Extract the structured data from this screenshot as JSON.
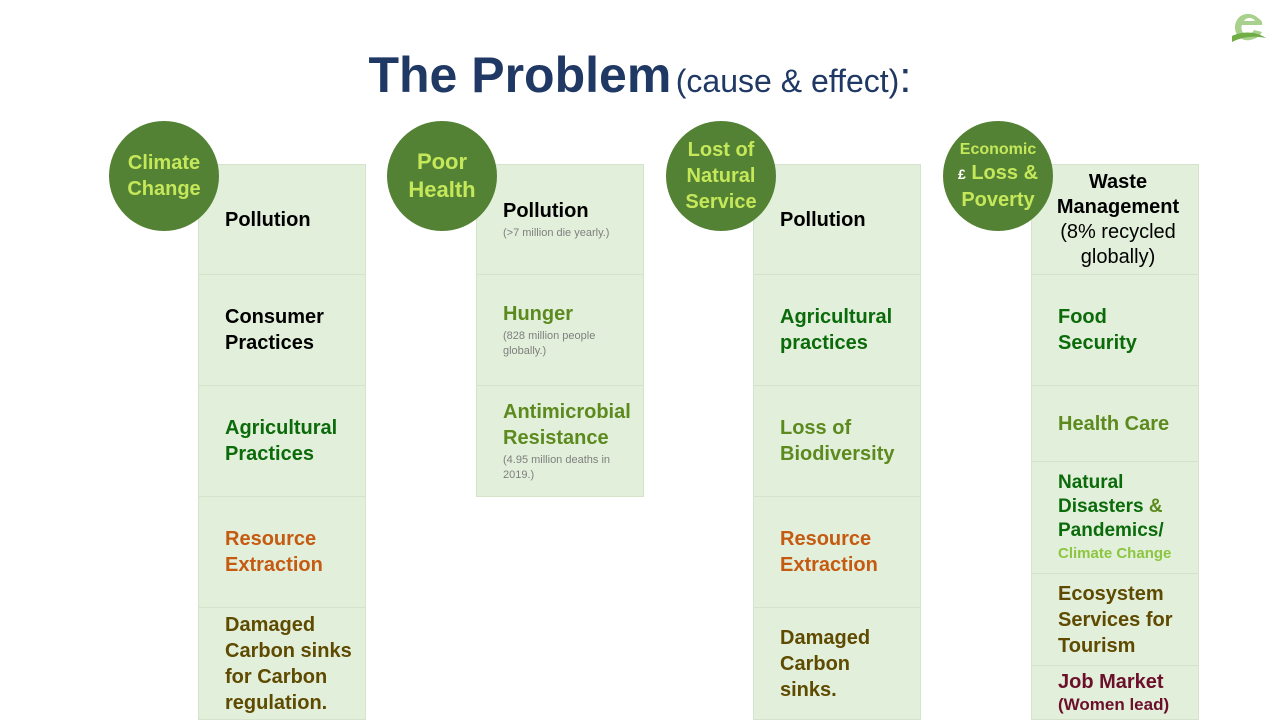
{
  "title": {
    "main": "The Problem",
    "sub": "(cause & effect)",
    "colon": ":"
  },
  "colors": {
    "circle_bg": "#548235",
    "circle_text": "#c5e85a",
    "cell_bg": "#e2efda",
    "title": "#1f3864"
  },
  "columns": [
    {
      "circle": {
        "line1": "Climate",
        "line2": "Change"
      },
      "cells": [
        {
          "text": "Pollution"
        },
        {
          "text": "Consumer Practices"
        },
        {
          "text": "Agricultural Practices"
        },
        {
          "text": "Resource Extraction"
        },
        {
          "text": "Damaged Carbon sinks for Carbon regulation."
        }
      ]
    },
    {
      "circle": {
        "line1": "Poor",
        "line2": "Health"
      },
      "cells": [
        {
          "text": "Pollution",
          "note": "(>7 million die yearly.)"
        },
        {
          "text": "Hunger",
          "note": "(828 million people globally.)"
        },
        {
          "text": "Antimicrobial Resistance",
          "note": "(4.95 million deaths in 2019.)"
        }
      ]
    },
    {
      "circle": {
        "line1": "Lost of",
        "line2": "Natural",
        "line3": "Service"
      },
      "cells": [
        {
          "text": "Pollution"
        },
        {
          "text": "Agricultural practices"
        },
        {
          "text": "Loss of Biodiversity"
        },
        {
          "text": "Resource Extraction"
        },
        {
          "text": "Damaged Carbon sinks."
        }
      ]
    },
    {
      "circle": {
        "line1": "Economic",
        "pound": "£",
        "line2": "Loss &",
        "line3": "Poverty"
      },
      "cells": [
        {
          "text": "Waste Management",
          "text2": "(8% recycled globally)"
        },
        {
          "text": "Food Security"
        },
        {
          "text": "Health Care"
        },
        {
          "text": "Natural Disasters",
          "text_amp": "&",
          "text2": "Pandemics/",
          "text3": "Climate Change"
        },
        {
          "text": "Ecosystem Services for Tourism"
        },
        {
          "text": "Job Market",
          "text2": "(Women lead)"
        }
      ]
    }
  ]
}
